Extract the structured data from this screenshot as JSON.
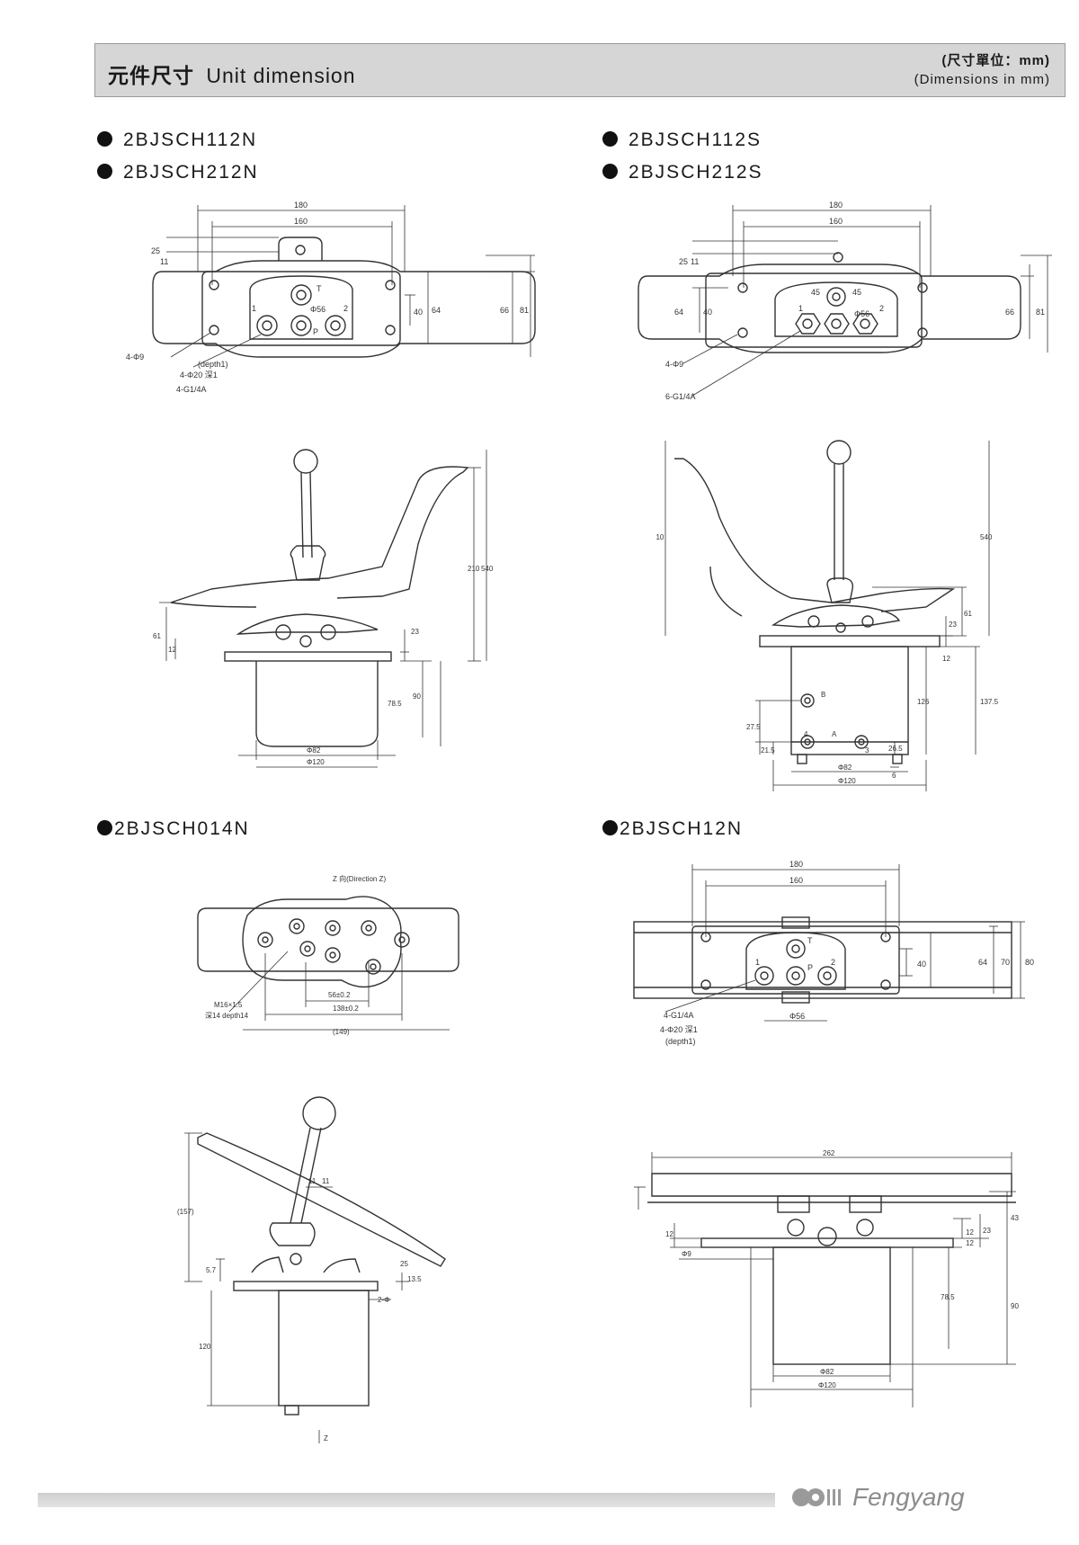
{
  "header": {
    "title_cn": "元件尺寸",
    "title_en": "Unit dimension",
    "unit_cn": "(尺寸單位：mm)",
    "unit_en": "(Dimensions in mm)"
  },
  "models": {
    "a1": "2BJSCH112N",
    "a2": "2BJSCH212N",
    "b1": "2BJSCH112S",
    "b2": "2BJSCH212S",
    "c1": "2BJSCH014N",
    "d1": "2BJSCH12N"
  },
  "dims": {
    "d180": "180",
    "d160": "160",
    "d25": "25",
    "d11": "11",
    "d40": "40",
    "d64": "64",
    "d66": "66",
    "d81": "81",
    "d70": "70",
    "d80": "80",
    "hole4": "4-Φ9",
    "depth": "(depth1)",
    "cb20": "4-Φ20 深1",
    "port4": "4-G1/4A",
    "port6": "6-G1/4A",
    "phi56": "Φ56",
    "d45": "45",
    "d210": "210",
    "d540": "540",
    "d61": "61",
    "d12": "12",
    "d23": "23",
    "d785": "78.5",
    "d90": "90",
    "phi82": "Φ82",
    "phi120": "Φ120",
    "d275": "27.5",
    "d215": "21.5",
    "d265": "26.5",
    "d6": "6",
    "d126": "126",
    "d1375": "137.5",
    "dirz": "Z 向(Direction Z)",
    "m16": "M16×1.5",
    "m16d": "深14  depth14",
    "d56": "56±0.2",
    "d138": "138±0.2",
    "d149": "(149)",
    "d157": "(157)",
    "d57": "5.7",
    "d120": "120",
    "d135": "13.5",
    "two": "2-Φ",
    "z": "Z",
    "d262": "262",
    "d43": "43",
    "d9": "Φ9",
    "t": "T",
    "p": "P",
    "one": "1",
    "two_p": "2",
    "three": "3",
    "four": "4",
    "b": "B",
    "a": "A"
  },
  "brand": {
    "name": "Fengyang"
  }
}
